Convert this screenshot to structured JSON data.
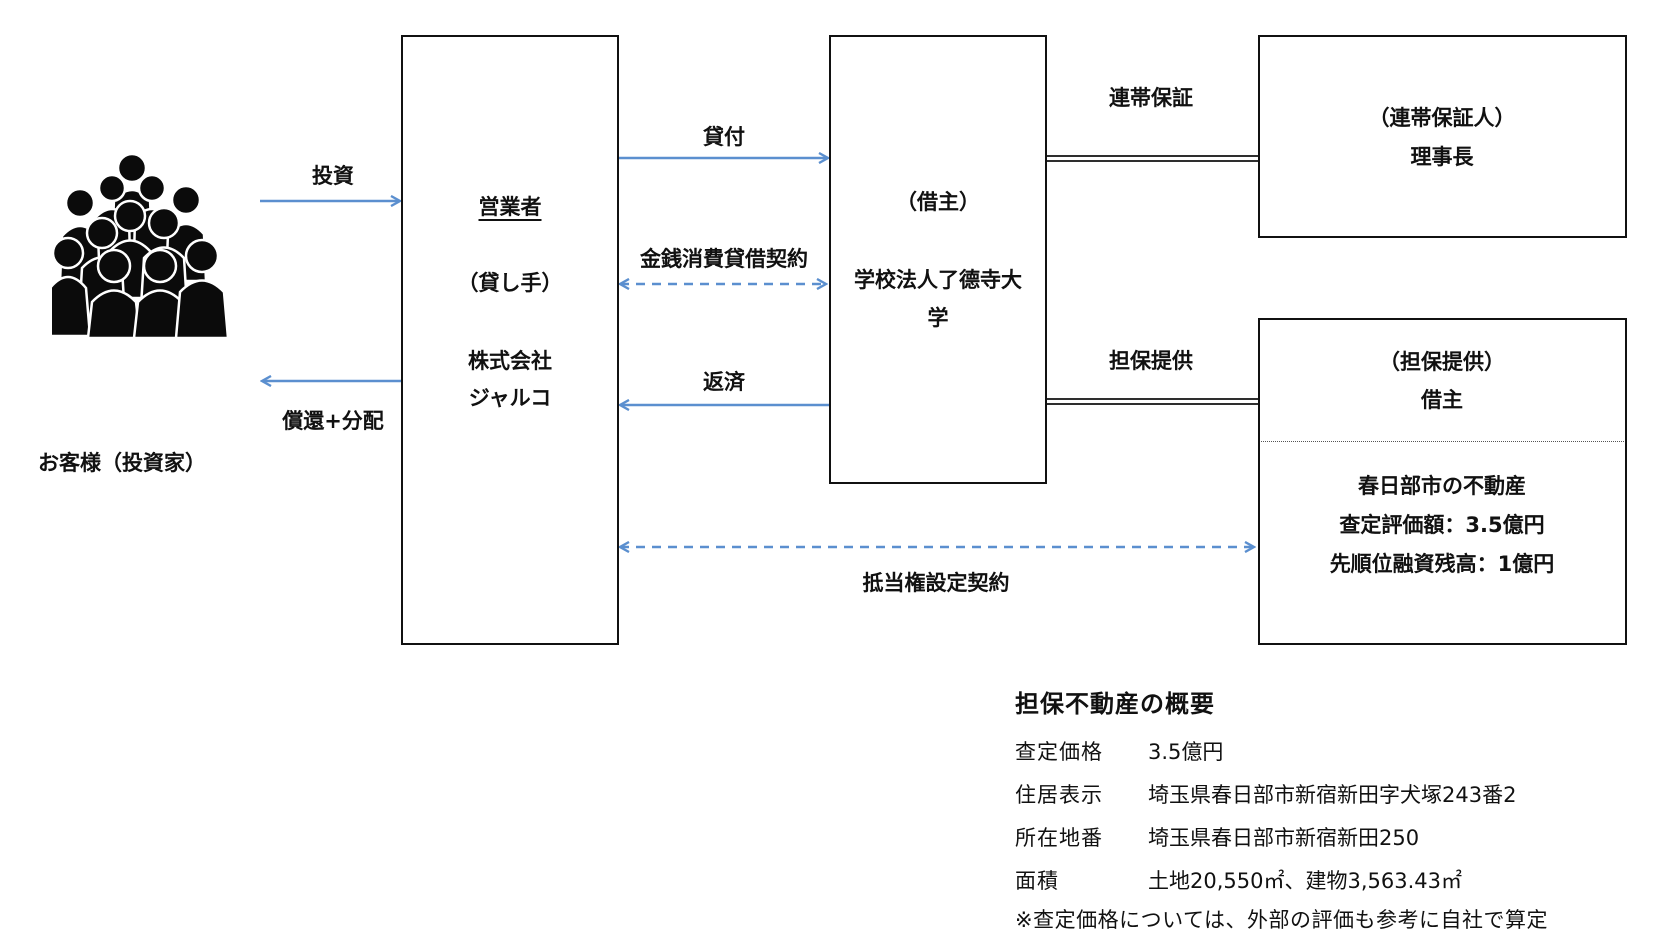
{
  "investors": {
    "label": "お客様（投資家）",
    "icon": "crowd-icon"
  },
  "flows": {
    "invest": "投資",
    "repay_distribution": "償還+分配",
    "loan": "貸付",
    "loan_contract": "金銭消費貸借契約",
    "repayment": "返済",
    "guarantee": "連帯保証",
    "collateral": "担保提供",
    "mortgage_contract": "抵当権設定契約"
  },
  "lender": {
    "role": "営業者",
    "sub": "（貸し手）",
    "name_line1": "株式会社",
    "name_line2": "ジャルコ"
  },
  "borrower": {
    "role": "（借主）",
    "name_line1": "学校法人了德寺大",
    "name_line2": "学"
  },
  "guarantor": {
    "role": "（連帯保証人）",
    "name": "理事長"
  },
  "collateral_provider": {
    "role": "（担保提供）",
    "name": "借主",
    "property": "春日部市の不動産",
    "appraisal": "查定評価額：3.5億円",
    "senior_balance": "先順位融資残高：1億円"
  },
  "summary": {
    "title": "担保不動産の概要",
    "rows": [
      {
        "key": "查定価格",
        "value": "3.5億円"
      },
      {
        "key": "住居表示",
        "value": "埼玉県春日部市新宿新田字犬塚243番2"
      },
      {
        "key": "所在地番",
        "value": "埼玉県春日部市新宿新田250"
      },
      {
        "key": "面積",
        "value": "土地20,550㎡、建物3,563.43㎡"
      }
    ],
    "note": "※查定価格については、外部の評価も参考に自社で算定"
  },
  "colors": {
    "arrow": "#5b8fcf",
    "border": "#111111"
  }
}
